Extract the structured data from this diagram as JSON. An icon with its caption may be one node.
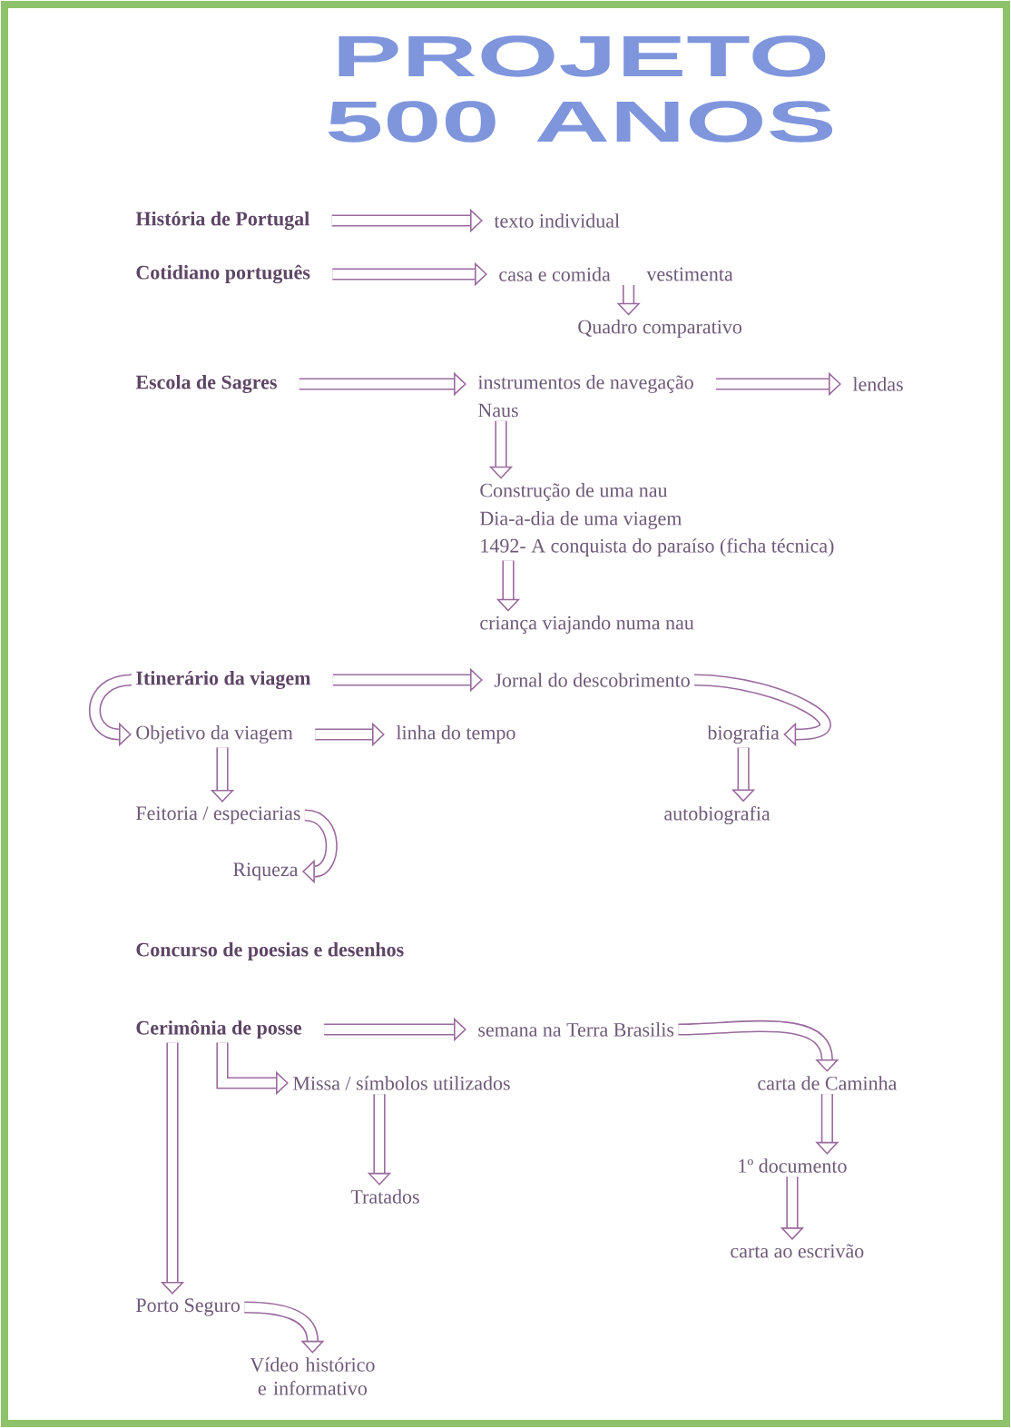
{
  "diagram": {
    "title": "PROJETO 500 ANOS",
    "nodes": [
      {
        "text": [
          "História de Portugal"
        ]
      },
      {
        "text": [
          "texto individual"
        ]
      },
      {
        "text": [
          "Cotidiano português"
        ]
      },
      {
        "text": [
          "casa e comida"
        ]
      },
      {
        "text": [
          "vestimenta"
        ]
      },
      {
        "text": [
          "Quadro comparativo"
        ]
      },
      {
        "text": [
          "Escola de Sagres"
        ]
      },
      {
        "text": [
          "instrumentos de navegação"
        ]
      },
      {
        "text": [
          "lendas"
        ]
      },
      {
        "text": [
          "Naus"
        ]
      },
      {
        "text": [
          "Construção de uma nau"
        ]
      },
      {
        "text": [
          "Dia-a-dia de uma viagem"
        ]
      },
      {
        "text": [
          "1492- A conquista do paraíso (ficha técnica)"
        ]
      },
      {
        "text": [
          "criança viajando numa nau"
        ]
      },
      {
        "text": [
          "Itinerário da viagem"
        ]
      },
      {
        "text": [
          "Jornal do descobrimento"
        ]
      },
      {
        "text": [
          "Objetivo da viagem"
        ]
      },
      {
        "text": [
          "linha do tempo"
        ]
      },
      {
        "text": [
          "biografia"
        ]
      },
      {
        "text": [
          "autobiografia"
        ]
      },
      {
        "text": [
          "Feitoria / especiarias"
        ]
      },
      {
        "text": [
          "Riqueza"
        ]
      },
      {
        "text": [
          "Concurso de poesias e desenhos"
        ]
      },
      {
        "text": [
          "Cerimônia de posse"
        ]
      },
      {
        "text": [
          "semana na Terra Brasilis"
        ]
      },
      {
        "text": [
          "Missa / símbolos utilizados"
        ]
      },
      {
        "text": [
          "carta de Caminha"
        ]
      },
      {
        "text": [
          "1º documento"
        ]
      },
      {
        "text": [
          "Tratados"
        ]
      },
      {
        "text": [
          "carta ao escrivão"
        ]
      },
      {
        "text": [
          "Porto Seguro"
        ]
      },
      {
        "text": [
          "Vídeo histórico e informativo"
        ]
      }
    ],
    "edges": [
      {
        "from": 0,
        "to": 1,
        "arrow": "to"
      },
      {
        "from": 2,
        "to": 3,
        "arrow": "to"
      },
      {
        "from": 3,
        "to": 5,
        "arrow": "to"
      },
      {
        "from": 4,
        "to": 5,
        "arrow": "to"
      },
      {
        "from": 6,
        "to": 7,
        "arrow": "to"
      },
      {
        "from": 7,
        "to": 8,
        "arrow": "to"
      },
      {
        "from": 9,
        "to": 10,
        "arrow": "to"
      },
      {
        "from": 12,
        "to": 13,
        "arrow": "to"
      },
      {
        "from": 14,
        "to": 15,
        "arrow": "to"
      },
      {
        "from": 14,
        "to": 16,
        "arrow": "to"
      },
      {
        "from": 16,
        "to": 17,
        "arrow": "to"
      },
      {
        "from": 15,
        "to": 18,
        "arrow": "to"
      },
      {
        "from": 16,
        "to": 20,
        "arrow": "to"
      },
      {
        "from": 18,
        "to": 19,
        "arrow": "to"
      },
      {
        "from": 20,
        "to": 21,
        "arrow": "to"
      },
      {
        "from": 23,
        "to": 24,
        "arrow": "to"
      },
      {
        "from": 24,
        "to": 26,
        "arrow": "to"
      },
      {
        "from": 23,
        "to": 25,
        "arrow": "to"
      },
      {
        "from": 25,
        "to": 28,
        "arrow": "to"
      },
      {
        "from": 26,
        "to": 27,
        "arrow": "to"
      },
      {
        "from": 27,
        "to": 29,
        "arrow": "to"
      },
      {
        "from": 23,
        "to": 30,
        "arrow": "to"
      },
      {
        "from": 30,
        "to": 31,
        "arrow": "to"
      }
    ]
  }
}
